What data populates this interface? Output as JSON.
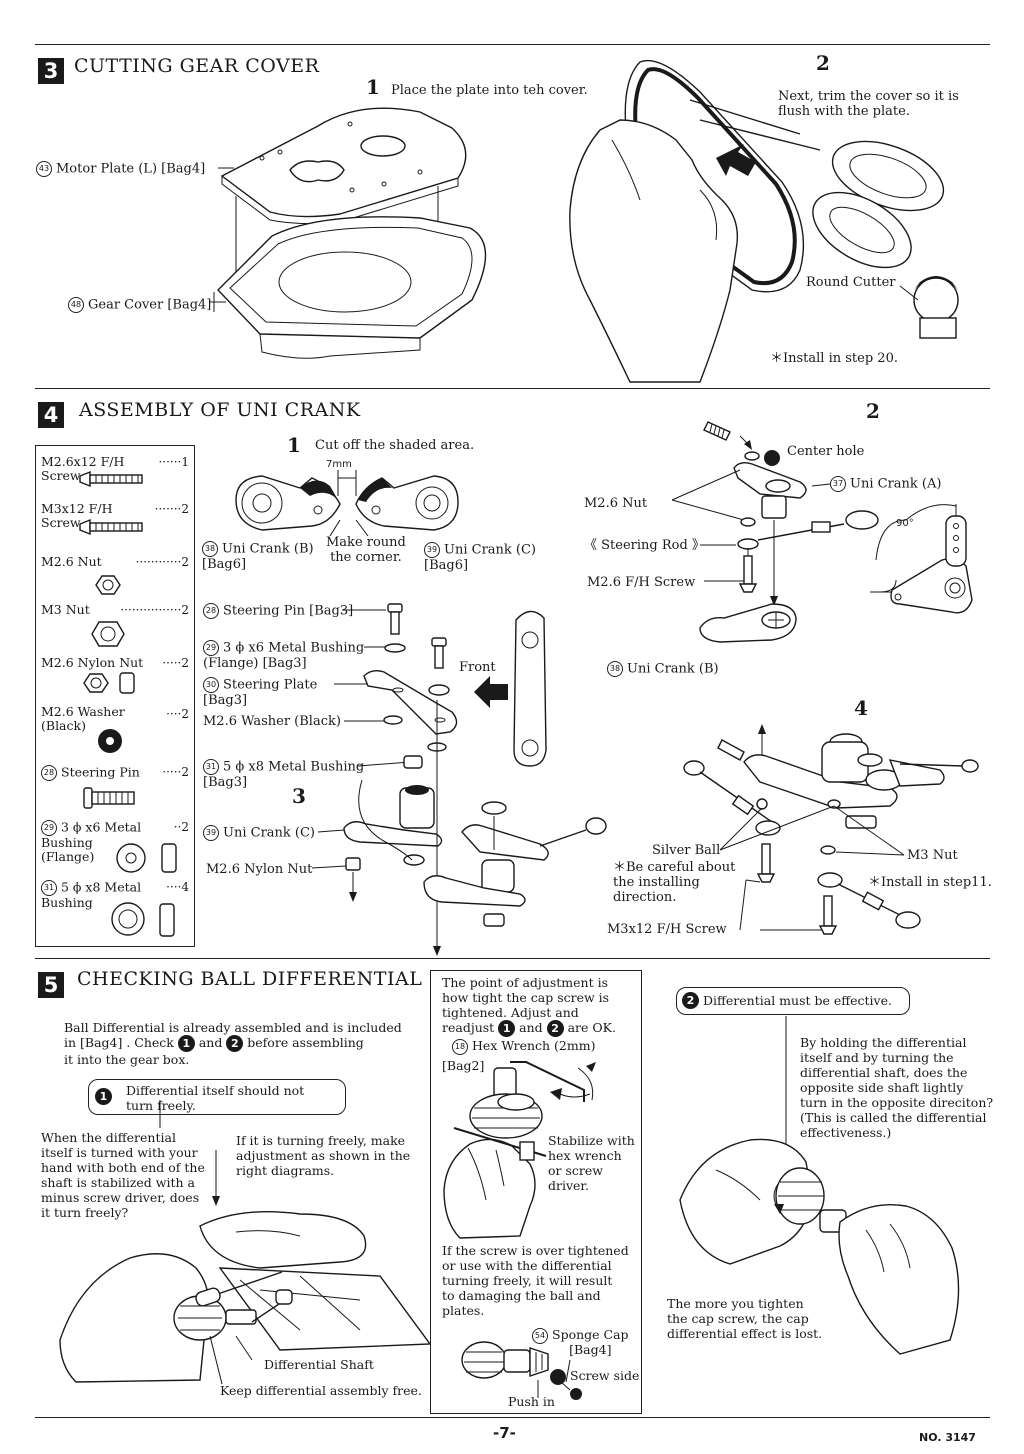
{
  "sections": {
    "s3": {
      "num": "3",
      "title": "CUTTING GEAR COVER",
      "step1": "1",
      "step1_text": "Place the plate into teh cover.",
      "step2": "2",
      "step2_text": "Next, trim the cover so it is\nflush with the plate.",
      "motor_plate_num": "43",
      "motor_plate": "Motor Plate (L) [Bag4]",
      "gear_cover_num": "48",
      "gear_cover": "Gear Cover [Bag4]",
      "round_cutter": "Round Cutter",
      "install_note": "＊Install in step 20."
    },
    "s4": {
      "num": "4",
      "title": "ASSEMBLY OF UNI CRANK",
      "step1": "1",
      "step1_text": "Cut off the shaded area.",
      "dim": "7mm",
      "make_round": "Make round\nthe corner.",
      "uni_crank_b_num": "38",
      "uni_crank_b": "Uni Crank (B)\n[Bag6]",
      "uni_crank_c_num": "39",
      "uni_crank_c": "Uni Crank (C)\n[Bag6]",
      "parts": [
        {
          "name": "M2.6x12 F/H\nScrew",
          "qty": "1"
        },
        {
          "name": "M3x12 F/H\nScrew",
          "qty": "2"
        },
        {
          "name": "M2.6 Nut",
          "qty": "2"
        },
        {
          "name": "M3 Nut",
          "qty": "2"
        },
        {
          "name": "M2.6 Nylon Nut",
          "qty": "2"
        },
        {
          "name": "M2.6 Washer\n(Black)",
          "qty": "2"
        },
        {
          "name": "Steering Pin",
          "qty": "2"
        },
        {
          "name": "3 ϕ x6 Metal\nBushing\n(Flange)",
          "qty": "2"
        },
        {
          "name": "5 ϕ x8 Metal\nBushing",
          "qty": "4"
        }
      ],
      "part_nums": [
        "28",
        "29",
        "31"
      ],
      "step3": "3",
      "labels3": {
        "steering_pin_num": "28",
        "steering_pin": "Steering Pin [Bag3]",
        "bushing3_num": "29",
        "bushing3": "3 ϕ x6 Metal Bushing\n(Flange)     [Bag3]",
        "plate_num": "30",
        "plate": "Steering Plate\n[Bag3]",
        "washer": "M2.6 Washer (Black)",
        "bushing5_num": "31",
        "bushing5": "5 ϕ x8 Metal Bushing\n[Bag3]",
        "front": "Front",
        "crank_c_num": "39",
        "crank_c": "Uni Crank (C)",
        "nylon_nut": "M2.6 Nylon Nut"
      },
      "step2": "2",
      "labels2": {
        "center_hole": "Center hole",
        "crank_a_num": "37",
        "crank_a": "Uni Crank (A)",
        "nut": "M2.6 Nut",
        "rod": "《 Steering Rod 》",
        "screw": "M2.6 F/H Screw",
        "crank_b_num": "38",
        "crank_b": "Uni Crank (B)",
        "angle": "90°"
      },
      "step4": "4",
      "labels4": {
        "silver_ball": "Silver Ball",
        "careful": "＊Be careful about\nthe installing\ndirection.",
        "m3nut": "M3 Nut",
        "install": "＊Install in step11.",
        "screw": "M3x12 F/H Screw"
      }
    },
    "s5": {
      "num": "5",
      "title": "CHECKING BALL DIFFERENTIAL",
      "intro_a": "Ball Differential is already assembled and is included\nin  [Bag4] . Check ",
      "intro_and": " and ",
      "intro_b": " before assembling\nit into the gear box.",
      "badge1": "1",
      "badge2": "2",
      "callout1": "Differential itself should not\nturn freely.",
      "q1": "When the differential\nitself is turned with your\nhand with both end of the\nshaft is stabilized with a\nminus screw driver, does\nit turn freely?",
      "if_free": "If it is turning freely, make\nadjustment as shown in the\nright diagrams.",
      "diff_shaft": "Differential Shaft",
      "keep_free": "Keep differential assembly free.",
      "adjust_a": "The point of adjustment is\nhow tight the cap screw is\ntightened. Adjust and\nreadjust ",
      "adjust_and": " and ",
      "adjust_b": " are OK.",
      "hex_num": "18",
      "hex": "Hex Wrench (2mm)",
      "bag2": "[Bag2]",
      "stabilize": "Stabilize with\nhex wrench\nor screw\ndriver.",
      "over": "If the screw is over tightened\nor use with the differential\nturning freely, it will result\nto damaging the ball and\nplates.",
      "sponge_num": "54",
      "sponge": "Sponge Cap\n[Bag4]",
      "screw_side": "Screw side",
      "push_in": "Push in",
      "callout2": "Differential must be effective.",
      "q2": "By holding the differential\nitself and by turning the\ndifferential shaft, does the\nopposite side shaft lightly\nturn in the opposite direciton?\n(This is called the differential\n          effectiveness.)",
      "more": "The more you tighten\nthe cap screw, the cap\ndifferential effect is lost."
    }
  },
  "footer": {
    "page": "-7-",
    "model": "NO. 3147"
  }
}
